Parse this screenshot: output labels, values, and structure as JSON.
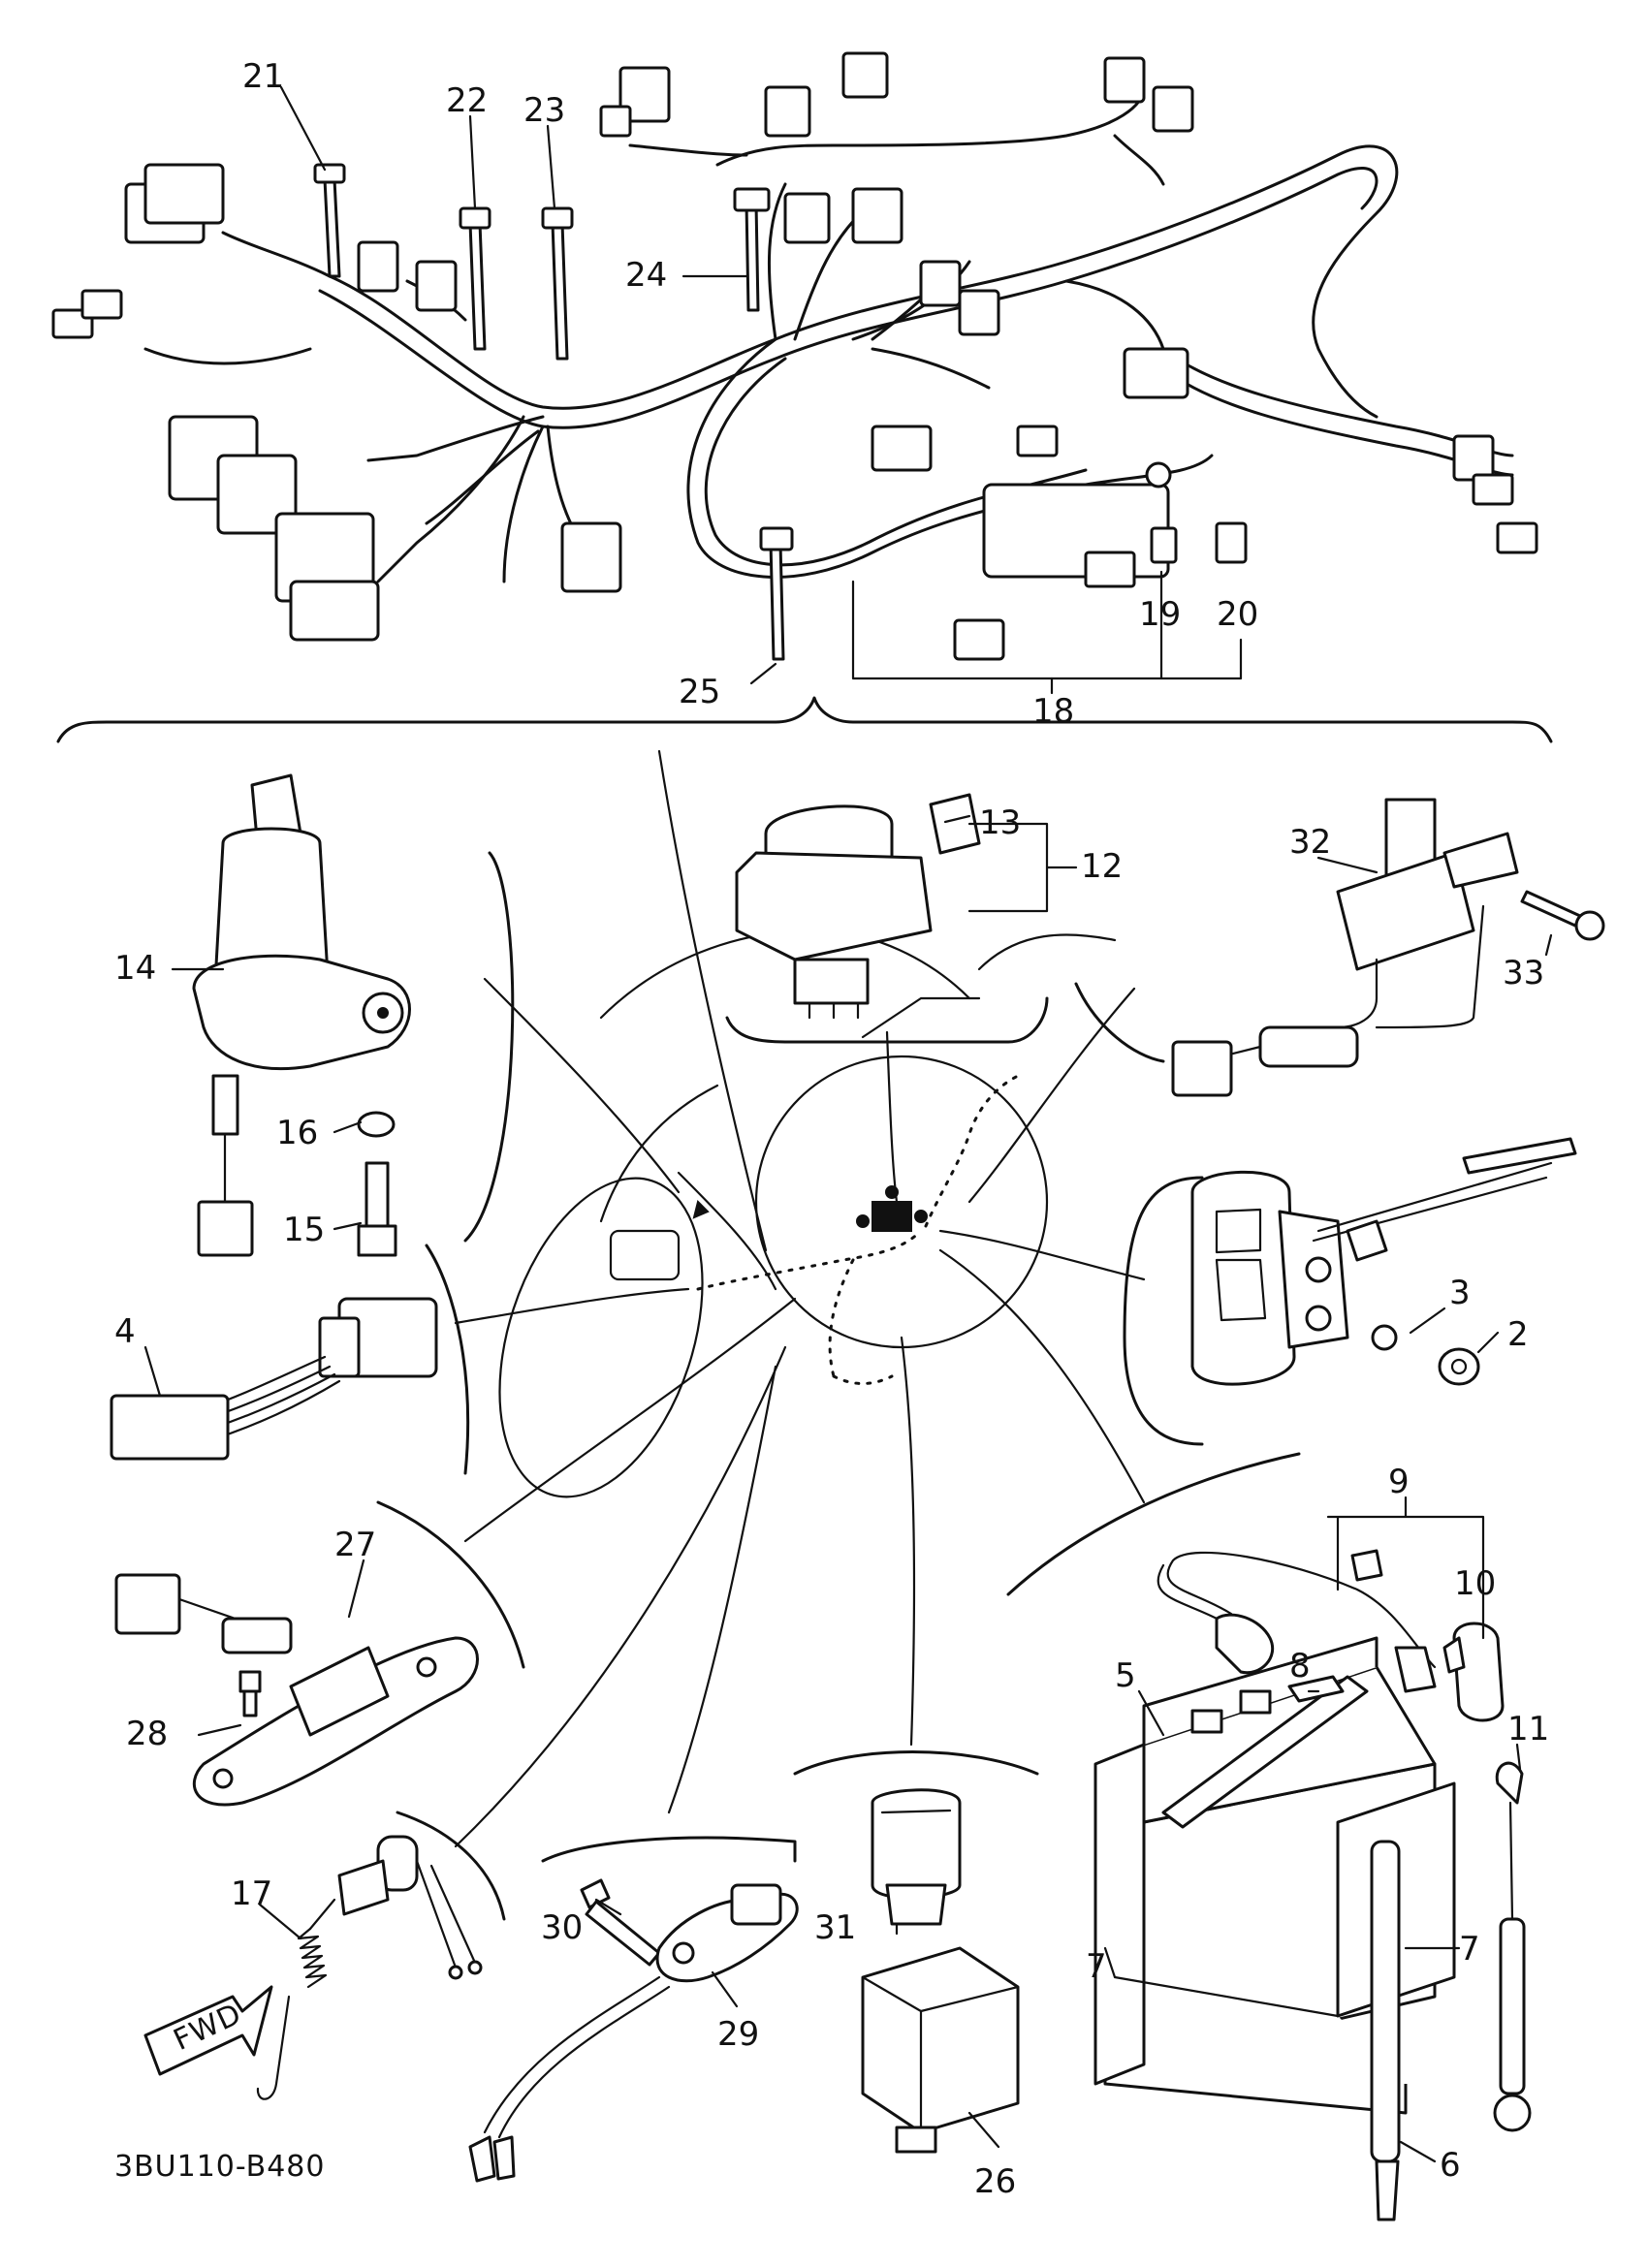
{
  "diagram_code": "3BU110-B480",
  "forward_marker": "FWD",
  "callouts": {
    "c2": "2",
    "c3": "3",
    "c4": "4",
    "c5": "5",
    "c6": "6",
    "c7a": "7",
    "c7b": "7",
    "c8": "8",
    "c9": "9",
    "c10": "10",
    "c11": "11",
    "c12": "12",
    "c13": "13",
    "c14": "14",
    "c15": "15",
    "c16": "16",
    "c17": "17",
    "c18": "18",
    "c19": "19",
    "c20": "20",
    "c21": "21",
    "c22": "22",
    "c23": "23",
    "c24": "24",
    "c25": "25",
    "c26": "26",
    "c27": "27",
    "c28": "28",
    "c29": "29",
    "c30": "30",
    "c31": "31",
    "c32": "32",
    "c33": "33"
  }
}
